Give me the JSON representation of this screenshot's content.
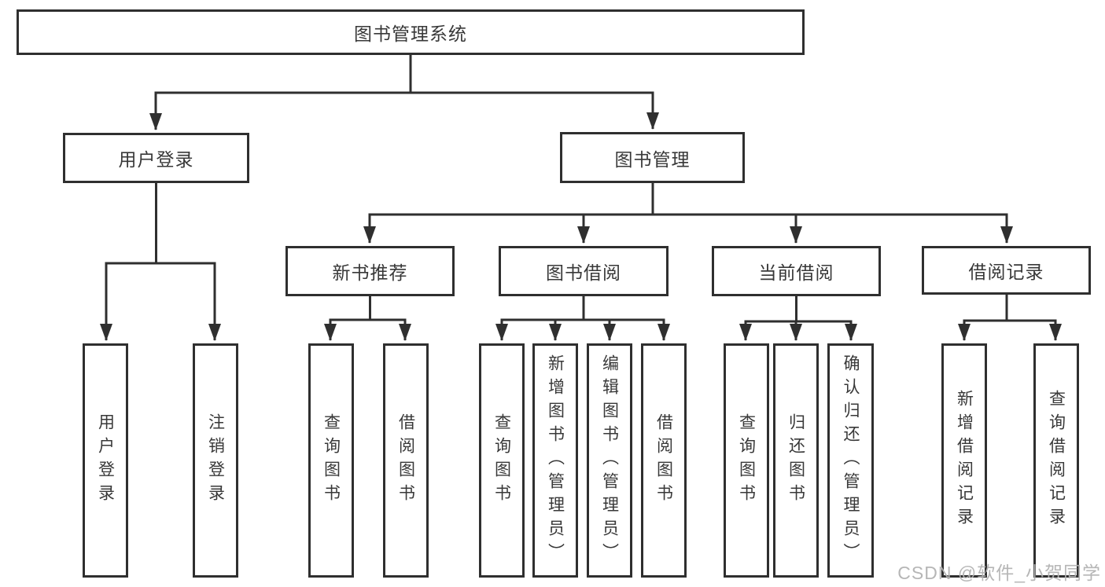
{
  "diagram": {
    "title": "图书管理系统",
    "root": {
      "label": "图书管理系统"
    },
    "level2": [
      {
        "label": "用户登录"
      },
      {
        "label": "图书管理"
      }
    ],
    "level3": [
      {
        "label": "新书推荐"
      },
      {
        "label": "图书借阅"
      },
      {
        "label": "当前借阅"
      },
      {
        "label": "借阅记录"
      }
    ],
    "leaves": [
      {
        "label": "用户登录",
        "parent": "用户登录"
      },
      {
        "label": "注销登录",
        "parent": "用户登录"
      },
      {
        "label": "查询图书",
        "parent": "新书推荐"
      },
      {
        "label": "借阅图书",
        "parent": "新书推荐"
      },
      {
        "label": "查询图书",
        "parent": "图书借阅"
      },
      {
        "label": "新增图书（管理员）",
        "parent": "图书借阅"
      },
      {
        "label": "编辑图书（管理员）",
        "parent": "图书借阅"
      },
      {
        "label": "借阅图书",
        "parent": "图书借阅"
      },
      {
        "label": "查询图书",
        "parent": "当前借阅"
      },
      {
        "label": "归还图书",
        "parent": "当前借阅"
      },
      {
        "label": "确认归还（管理员）",
        "parent": "当前借阅"
      },
      {
        "label": "新增借阅记录",
        "parent": "借阅记录"
      },
      {
        "label": "查询借阅记录",
        "parent": "借阅记录"
      }
    ],
    "colors": {
      "line": "#2f2f2f",
      "box_border": "#2f2f2f",
      "box_background": "#ffffff",
      "text": "#383838",
      "watermark": "#b2b2b2"
    }
  },
  "watermark": {
    "text": "CSDN @软件_小贺同学"
  }
}
